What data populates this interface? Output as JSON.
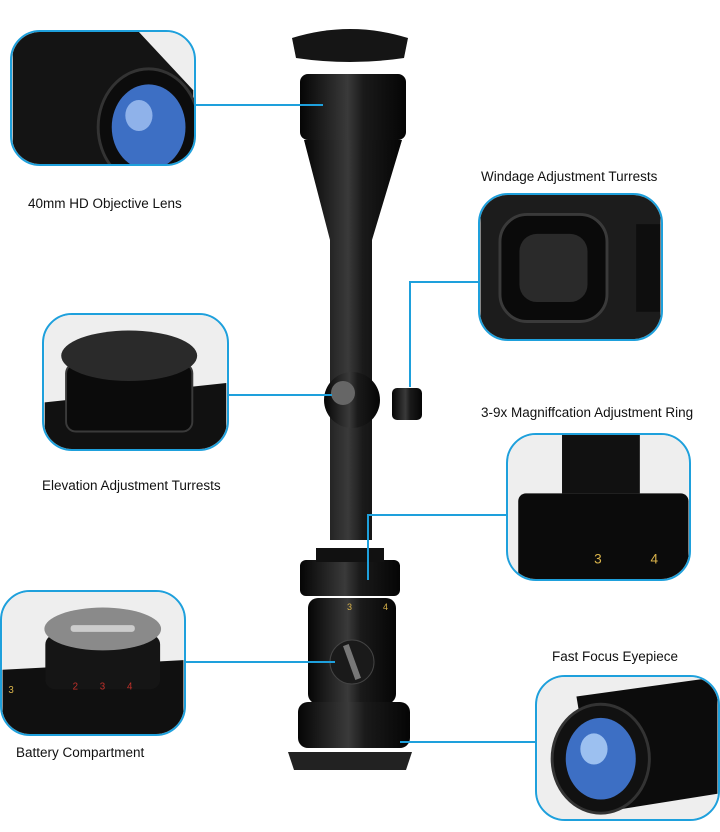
{
  "callouts": {
    "objective": {
      "label": "40mm HD Objective Lens"
    },
    "windage": {
      "label": "Windage Adjustment Turrests"
    },
    "elevation": {
      "label": "Elevation Adjustment Turrests"
    },
    "magnification": {
      "label": "3-9x Magniffcation Adjustment Ring",
      "ring_numbers": [
        "3",
        "4"
      ]
    },
    "eyepiece": {
      "label": "Fast Focus Eyepiece"
    },
    "battery": {
      "label": "Battery Compartment",
      "dial_numbers": [
        "3",
        "2",
        "3",
        "4"
      ]
    }
  },
  "scope": {
    "ring_numbers": [
      "3",
      "4"
    ]
  },
  "colors": {
    "accent": "#1ea0dc",
    "body": "#111111",
    "lens": "#3d6fc4"
  }
}
